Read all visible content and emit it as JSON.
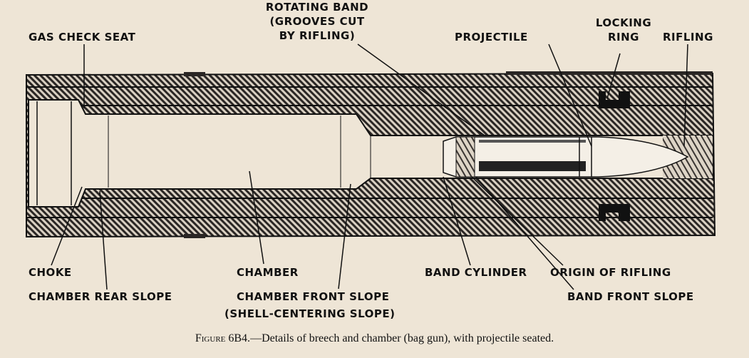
{
  "labels": {
    "gas_check_seat": "GAS CHECK SEAT",
    "rotating_band_1": "ROTATING BAND",
    "rotating_band_2": "(GROOVES CUT",
    "rotating_band_3": "BY RIFLING)",
    "projectile": "PROJECTILE",
    "locking_ring_1": "LOCKING",
    "locking_ring_2": "RING",
    "rifling": "RIFLING",
    "choke": "CHOKE",
    "chamber_rear_slope": "CHAMBER REAR SLOPE",
    "chamber": "CHAMBER",
    "chamber_front_slope": "CHAMBER FRONT SLOPE",
    "shell_centering_slope": "(SHELL-CENTERING SLOPE)",
    "band_cylinder": "BAND CYLINDER",
    "origin_of_rifling": "ORIGIN OF RIFLING",
    "band_front_slope": "BAND FRONT SLOPE"
  },
  "caption": {
    "figure": "Figure 6B4.",
    "text": "—Details of breech and chamber (bag gun), with projectile seated."
  }
}
